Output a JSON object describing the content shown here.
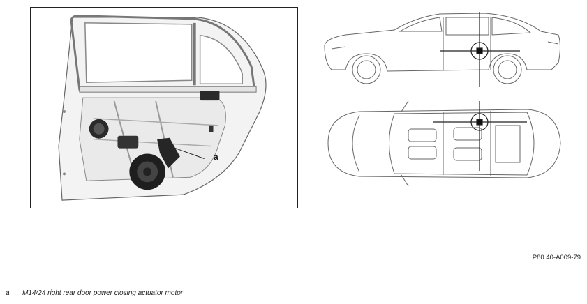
{
  "figure": {
    "callout_letter": "a",
    "reference_code": "P80.40-A009-79"
  },
  "legend": {
    "items": [
      {
        "key": "a",
        "text": "M14/24 right rear door power closing actuator motor"
      }
    ]
  },
  "icons": {
    "door": "door-interior-icon",
    "side_view": "car-side-view-icon",
    "top_view": "car-top-view-icon",
    "locator": "crosshair-locator-icon"
  },
  "colors": {
    "line": "#555555",
    "dark_component": "#1e1e1e",
    "panel": "#efefef"
  }
}
